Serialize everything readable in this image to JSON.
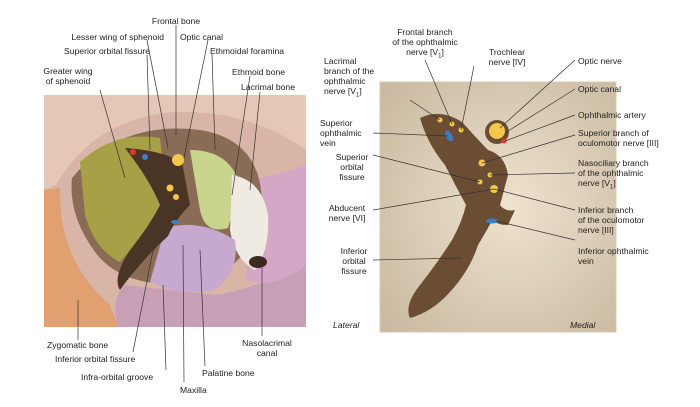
{
  "left_panel": {
    "labels": {
      "frontal_bone": "Frontal bone",
      "lesser_wing": "Lesser wing of sphenoid",
      "optic_canal": "Optic canal",
      "superior_orbital_fissure": "Superior orbital fissure",
      "ethmoidal_foramina": "Ethmoidal foramina",
      "greater_wing_1": "Greater wing",
      "greater_wing_2": "of sphenoid",
      "ethmoid_bone": "Ethmoid bone",
      "lacrimal_bone": "Lacrimal bone",
      "zygomatic_bone": "Zygomatic bone",
      "inferior_orbital_fissure": "Inferior orbital fissure",
      "infra_orbital_groove": "Infra-orbital groove",
      "maxilla": "Maxilla",
      "palatine_bone": "Palatine bone",
      "nasolacrimal_1": "Nasolacrimal",
      "nasolacrimal_2": "canal"
    }
  },
  "right_panel": {
    "labels": {
      "frontal_branch_1": "Frontal branch",
      "frontal_branch_2": "of the ophthalmic",
      "frontal_branch_3": "nerve [V",
      "trochlear_1": "Trochlear",
      "trochlear_2": "nerve [IV]",
      "optic_nerve": "Optic nerve",
      "lacrimal_branch_1": "Lacrimal",
      "lacrimal_branch_2": "branch of the",
      "lacrimal_branch_3": "ophthalmic",
      "lacrimal_branch_4": "nerve [V",
      "optic_canal": "Optic canal",
      "ophthalmic_artery": "Ophthalmic artery",
      "superior_ophthalmic_vein_1": "Superior",
      "superior_ophthalmic_vein_2": "ophthalmic",
      "superior_ophthalmic_vein_3": "vein",
      "superior_branch_1": "Superior branch of",
      "superior_branch_2": "oculomotor nerve [III]",
      "superior_orbital_fissure_1": "Superior",
      "superior_orbital_fissure_2": "orbital",
      "superior_orbital_fissure_3": "fissure",
      "nasociliary_1": "Nasociliary branch",
      "nasociliary_2": "of the ophthalmic",
      "nasociliary_3": "nerve [V",
      "abducent_1": "Abducent",
      "abducent_2": "nerve [VI]",
      "inferior_branch_1": "Inferior branch",
      "inferior_branch_2": "of the oculomotor",
      "inferior_branch_3": "nerve [III]",
      "inferior_orbital_fissure_1": "Inferior",
      "inferior_orbital_fissure_2": "orbital",
      "inferior_orbital_fissure_3": "fissure",
      "inferior_ophthalmic_vein_1": "Inferior ophthalmic",
      "inferior_ophthalmic_vein_2": "vein",
      "lateral": "Lateral",
      "medial": "Medial",
      "subscript": "1",
      "close_bracket": "]"
    }
  }
}
